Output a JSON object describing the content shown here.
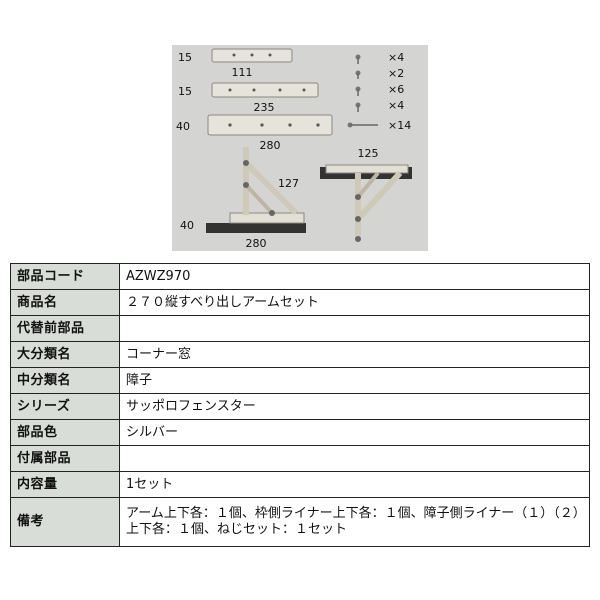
{
  "figure": {
    "dims": {
      "liner_small_height": "15",
      "liner_small_length": "111",
      "liner_mid_height": "15",
      "liner_mid_length": "235",
      "liner_large_height": "40",
      "liner_large_length": "280",
      "arm_left_height": "127",
      "arm_left_depth": "40",
      "arm_left_length": "280",
      "arm_right_span": "125"
    },
    "screws": [
      {
        "qty": "×4"
      },
      {
        "qty": "×2"
      },
      {
        "qty": "×6"
      },
      {
        "qty": "×4"
      },
      {
        "qty": "×14"
      }
    ],
    "colors": {
      "background": "#d4d4d2",
      "metal": "#e4e1d8",
      "dark": "#444444"
    }
  },
  "spec": [
    {
      "label": "部品コード",
      "value": "AZWZ970"
    },
    {
      "label": "商品名",
      "value": "２７０縦すべり出しアームセット"
    },
    {
      "label": "代替前部品",
      "value": ""
    },
    {
      "label": "大分類名",
      "value": "コーナー窓"
    },
    {
      "label": "中分類名",
      "value": "障子"
    },
    {
      "label": "シリーズ",
      "value": "サッポロフェンスター"
    },
    {
      "label": "部品色",
      "value": "シルバー"
    },
    {
      "label": "付属部品",
      "value": ""
    },
    {
      "label": "内容量",
      "value": "1セット"
    },
    {
      "label": "備考",
      "value": "アーム上下各：１個、枠側ライナー上下各：１個、障子側ライナー（１）（２）上下各：１個、ねじセット：１セット"
    }
  ]
}
